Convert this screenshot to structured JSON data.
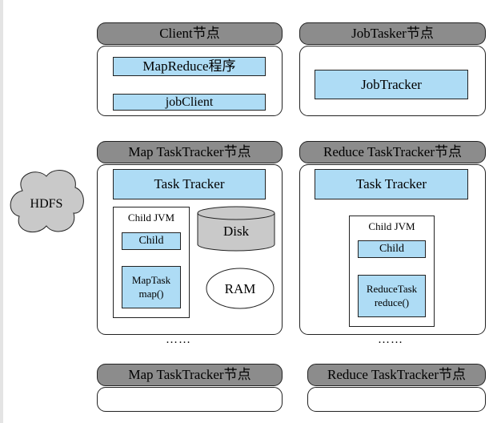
{
  "client_node": {
    "header": "Client节点",
    "program": "MapReduce程序",
    "job_client": "jobClient"
  },
  "jobtracker_node": {
    "header": "JobTasker节点",
    "job_tracker": "JobTracker"
  },
  "hdfs": {
    "label": "HDFS"
  },
  "map_node": {
    "header": "Map TaskTracker节点",
    "task_tracker": "Task Tracker",
    "child_jvm": "Child JVM",
    "child": "Child",
    "task_line1": "MapTask",
    "task_line2": "map()",
    "disk": "Disk",
    "ram": "RAM"
  },
  "reduce_node": {
    "header": "Reduce TaskTracker节点",
    "task_tracker": "Task Tracker",
    "child_jvm": "Child JVM",
    "child": "Child",
    "task_line1": "ReduceTask",
    "task_line2": "reduce()"
  },
  "ellipsis": "……",
  "map_node_2": {
    "header": "Map TaskTracker节点"
  },
  "reduce_node_2": {
    "header": "Reduce TaskTracker节点"
  }
}
